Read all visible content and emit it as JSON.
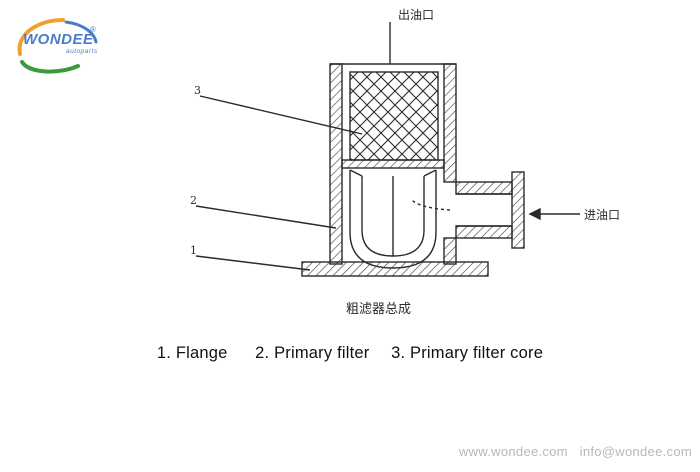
{
  "logo": {
    "brand": "WONDEE",
    "sub": "autoparts",
    "registered": "®",
    "colors": {
      "arc_orange": "#f0a030",
      "arc_green": "#3c9a3c",
      "arc_blue": "#4a7dc8"
    }
  },
  "diagram": {
    "outlet_label": "出油口",
    "inlet_label": "进油口",
    "assembly_label": "粗滤器总成",
    "callouts": [
      "1",
      "2",
      "3"
    ]
  },
  "caption": {
    "items": [
      "1. Flange",
      "2. Primary filter",
      "3. Primary filter core"
    ]
  },
  "footer": {
    "website": "www.wondee.com",
    "email": "info@wondee.com"
  }
}
